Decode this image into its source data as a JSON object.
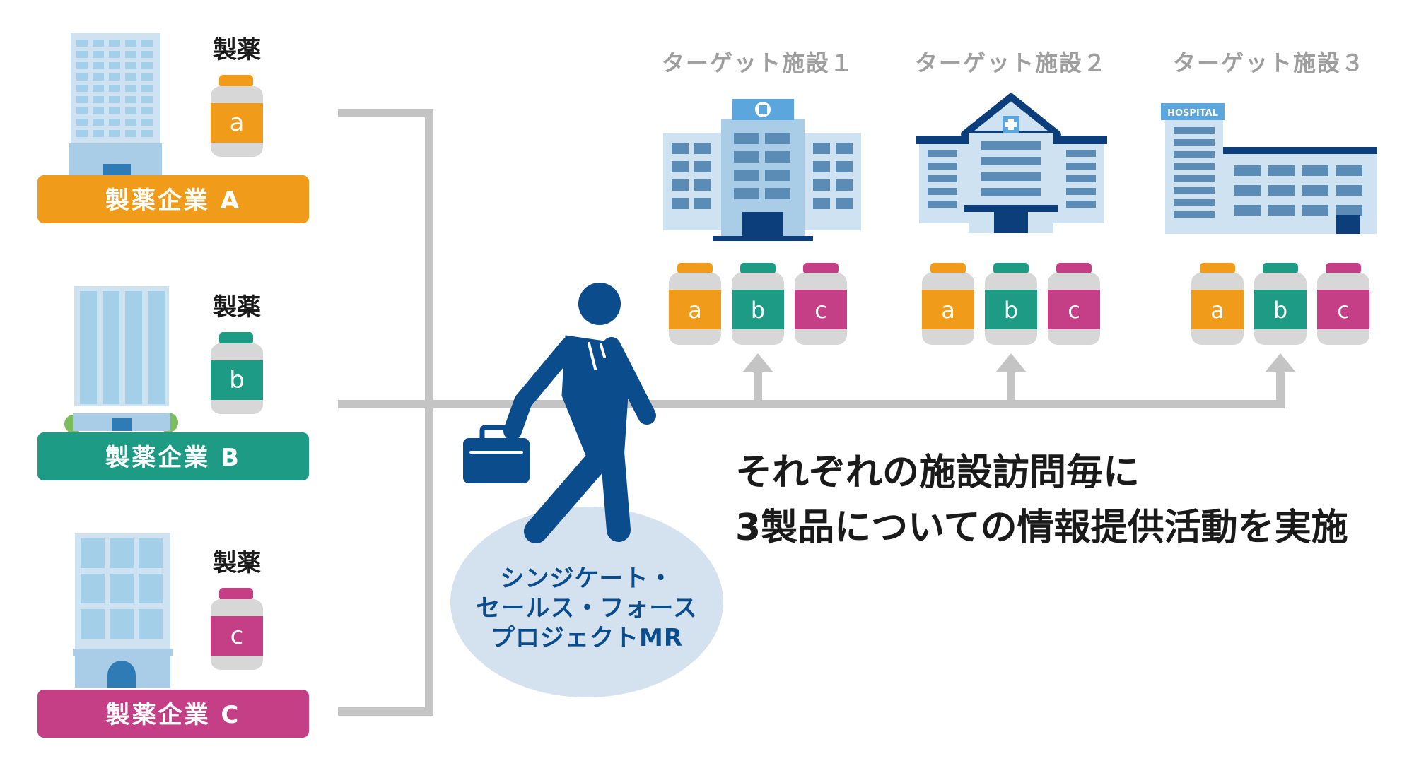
{
  "companies": [
    {
      "label": "製薬企業 A",
      "tag": "製薬",
      "med": "a",
      "color": "#f09c1a"
    },
    {
      "label": "製薬企業 B",
      "tag": "製薬",
      "med": "b",
      "color": "#1e9b84"
    },
    {
      "label": "製薬企業 C",
      "tag": "製薬",
      "med": "c",
      "color": "#c43f86"
    }
  ],
  "facilities": [
    {
      "title": "ターゲット施設１"
    },
    {
      "title": "ターゲット施設２"
    },
    {
      "title": "ターゲット施設３",
      "sign": "HOSPITAL"
    }
  ],
  "bottle_letters": [
    "a",
    "b",
    "c"
  ],
  "mr_label": [
    "シンジケート・",
    "セールス・フォース",
    "プロジェクトMR"
  ],
  "description": [
    "それぞれの施設訪問毎に",
    "3製品についての情報提供活動を実施"
  ],
  "colors": {
    "line": "#c4c4c4",
    "person": "#0b4c8c",
    "ellipse": "#d3e2ee",
    "bldg_light": "#cfe2f2",
    "bldg_mid": "#a9cde6",
    "bldg_dark": "#5b8cb5"
  }
}
